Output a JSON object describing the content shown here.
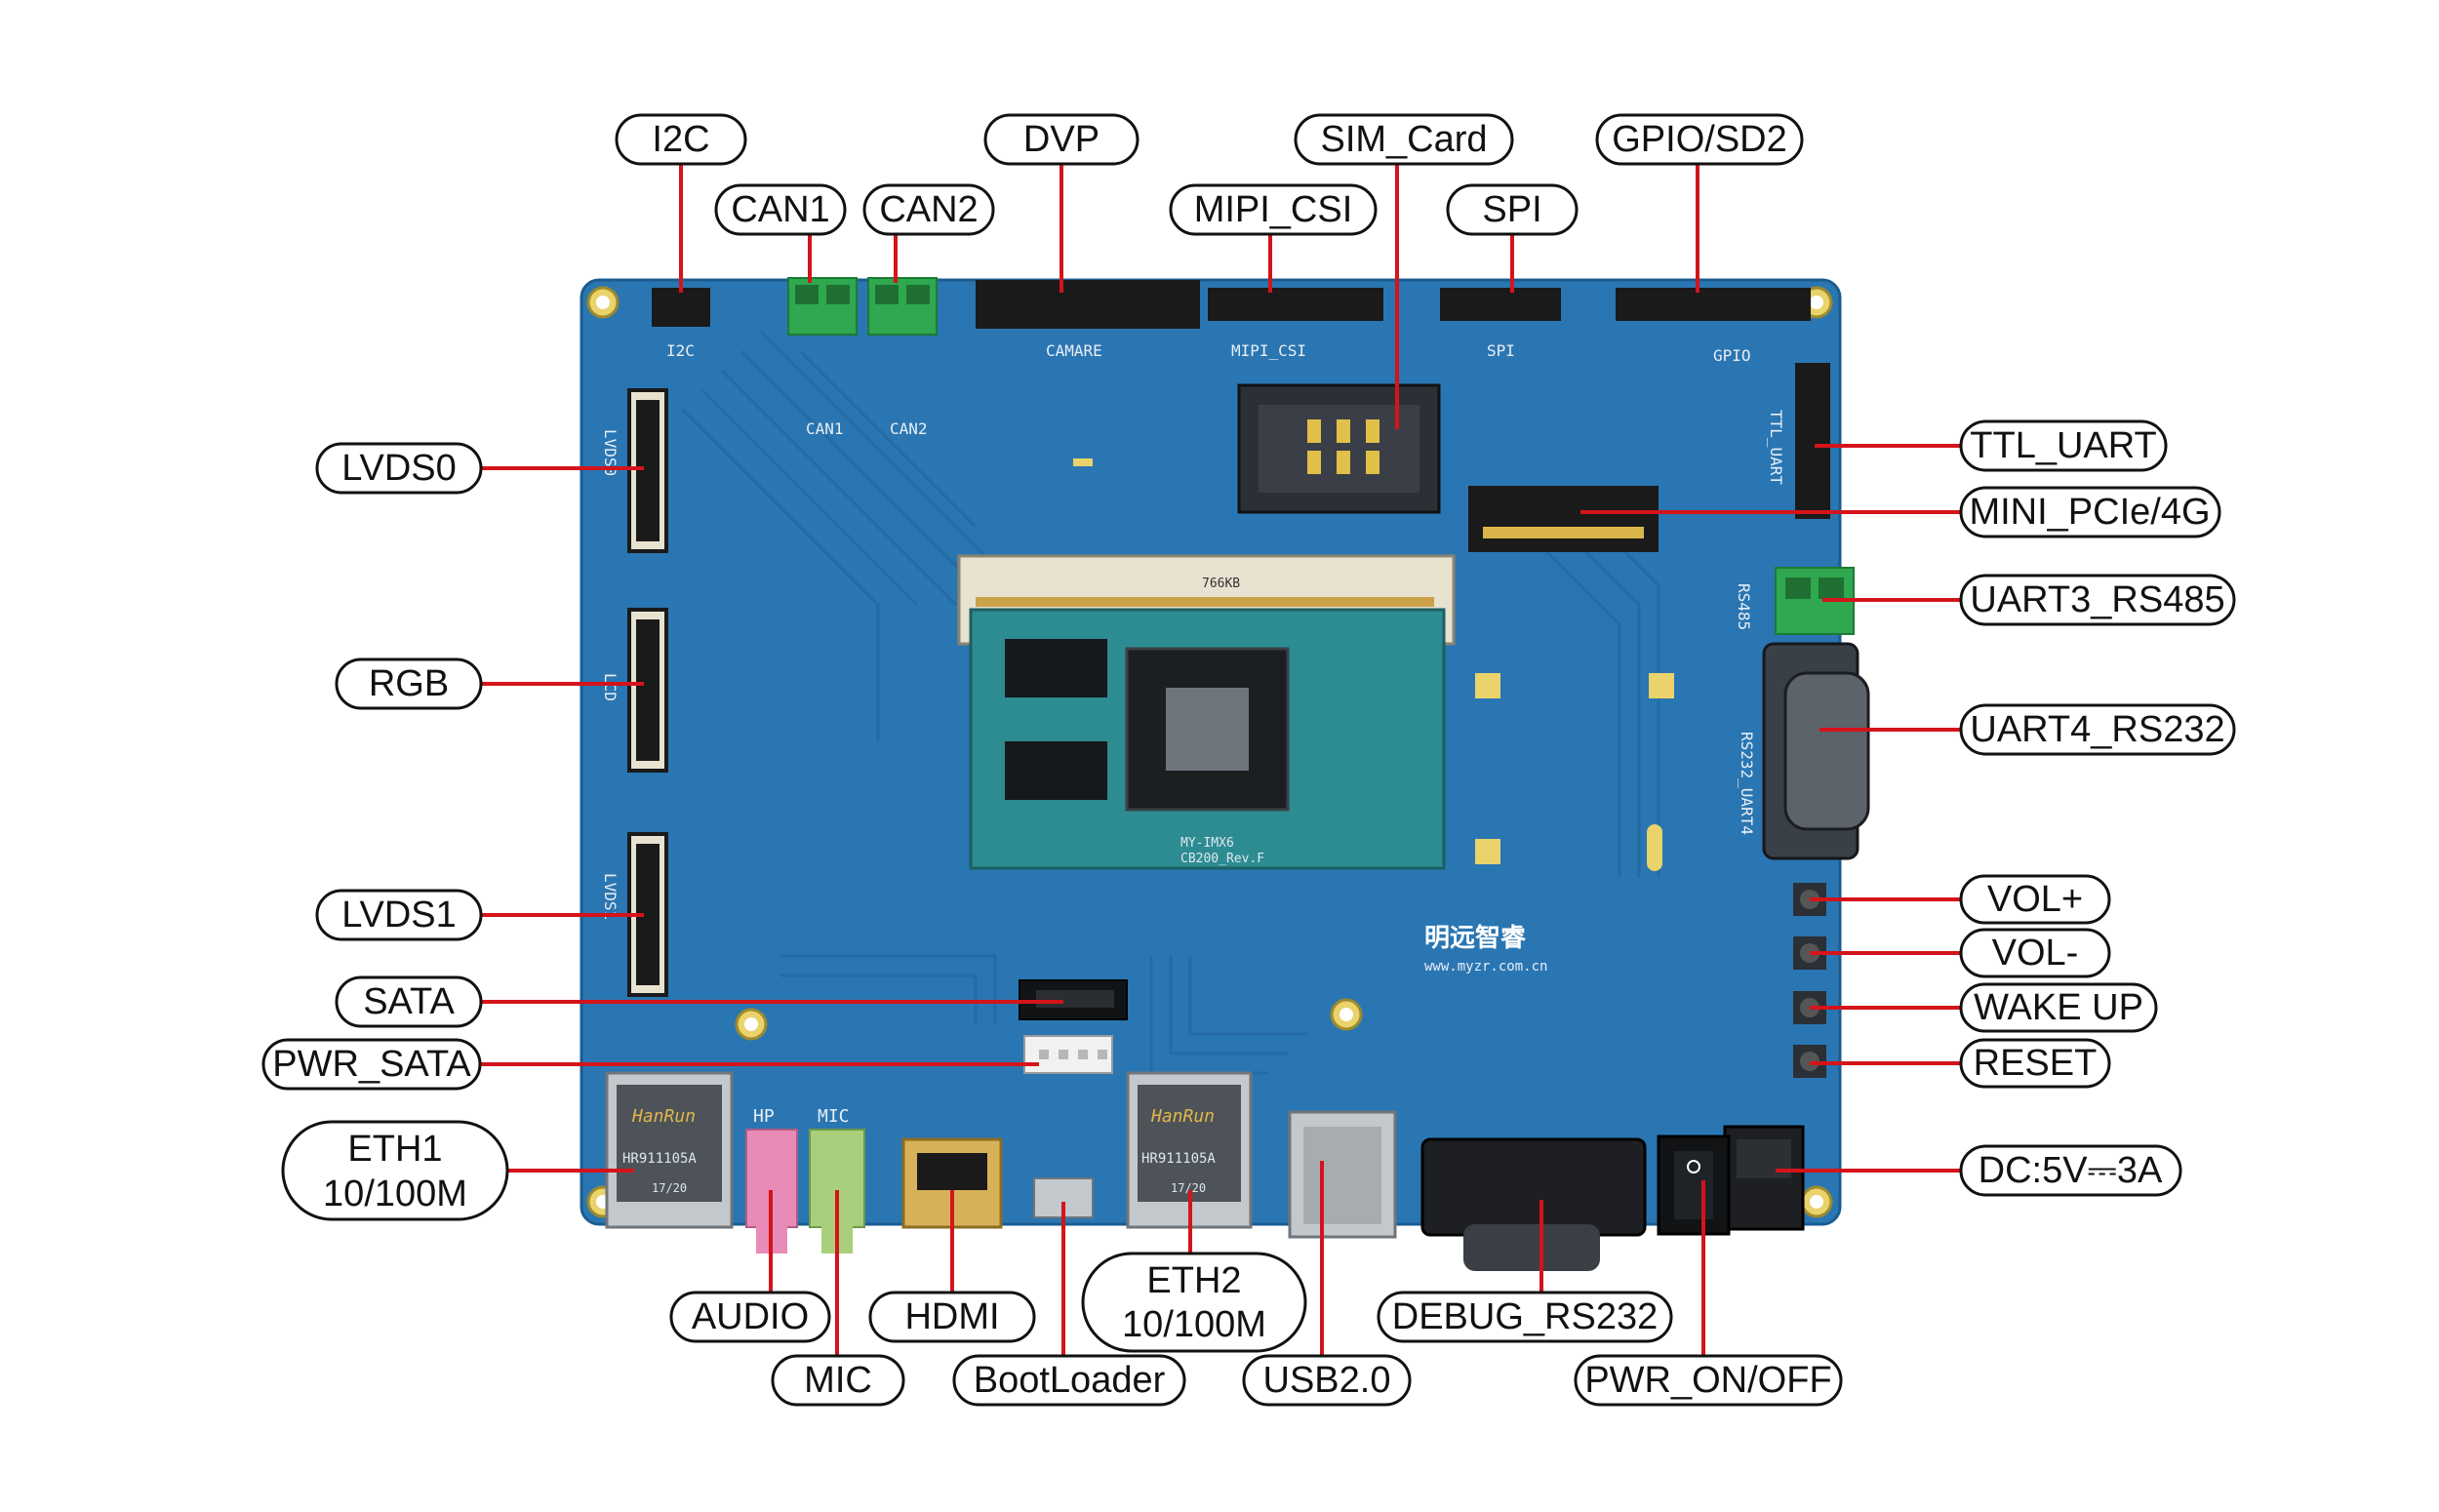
{
  "colors": {
    "pcb": "#2a76b2",
    "pcb_dark": "#1f5f95",
    "leader": "#d4141a",
    "header": "#1a1a1a",
    "terminal_green": "#2fa84f",
    "module": "#2c8c92",
    "audio_pink": "#e98bb8",
    "mic_green": "#a9cf7d",
    "metal": "#b9bec4"
  },
  "board": {
    "silk": {
      "i2c": "I2C",
      "can1": "CAN1",
      "can2": "CAN2",
      "camare": "CAMARE",
      "mipi_csi": "MIPI_CSI",
      "spi": "SPI",
      "gpio": "GPIO",
      "ttl_uart": "TTL_UART",
      "rs485": "RS485",
      "rs232_uart4": "RS232_UART4",
      "lvds0": "LVDS0",
      "lcd": "LCD",
      "lvds1": "LVDS1",
      "hp": "HP",
      "mic": "MIC",
      "module_name": "MY-IMX6",
      "module_rev": "CB200_Rev.F",
      "brand_cn": "明远智睿",
      "brand_url": "www.myzr.com.cn",
      "socket_code": "766KB",
      "eth_brand": "HanRun",
      "eth_part": "HR911105A",
      "eth_date": "17/20"
    }
  },
  "labels": {
    "i2c": "I2C",
    "can1": "CAN1",
    "can2": "CAN2",
    "dvp": "DVP",
    "mipi_csi": "MIPI_CSI",
    "sim_card": "SIM_Card",
    "spi": "SPI",
    "gpio_sd2": "GPIO/SD2",
    "ttl_uart": "TTL_UART",
    "mini_pcie": "MINI_PCIe/4G",
    "uart3": "UART3_RS485",
    "uart4": "UART4_RS232",
    "vol_plus": "VOL+",
    "vol_minus": "VOL-",
    "wake_up": "WAKE UP",
    "reset": "RESET",
    "dc": "DC:5V⎓3A",
    "lvds0": "LVDS0",
    "rgb": "RGB",
    "lvds1": "LVDS1",
    "sata": "SATA",
    "pwr_sata": "PWR_SATA",
    "eth1_line1": "ETH1",
    "eth1_line2": "10/100M",
    "audio": "AUDIO",
    "mic": "MIC",
    "hdmi": "HDMI",
    "bootloader": "BootLoader",
    "eth2_line1": "ETH2",
    "eth2_line2": "10/100M",
    "usb": "USB2.0",
    "debug": "DEBUG_RS232",
    "pwr_onoff": "PWR_ON/OFF"
  }
}
